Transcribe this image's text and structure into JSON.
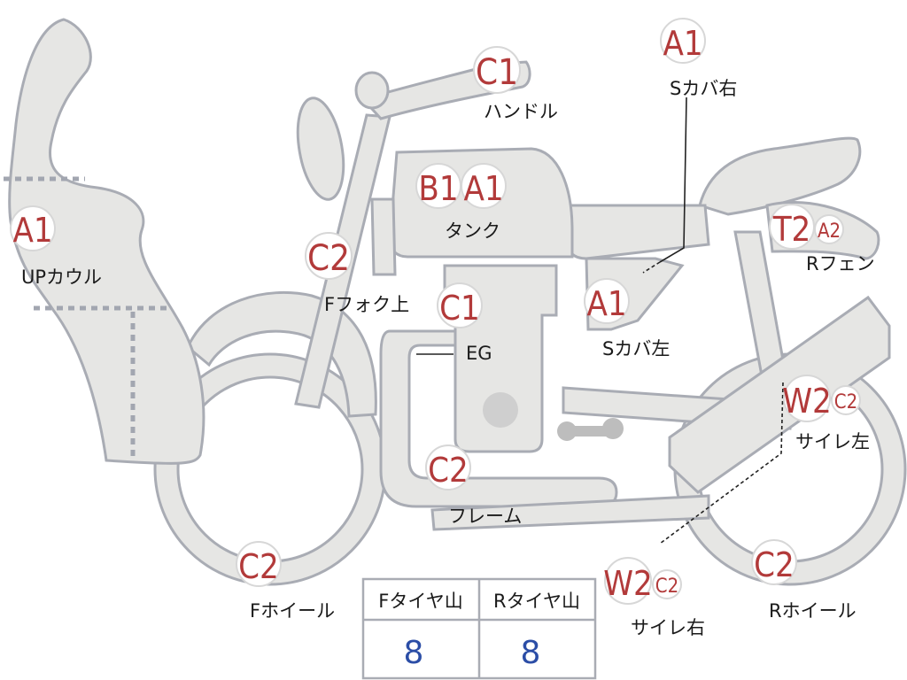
{
  "parts": {
    "up_cowl": {
      "label": "UPカウル",
      "badges": [
        {
          "code": "A1"
        }
      ]
    },
    "handle": {
      "label": "ハンドル",
      "badges": [
        {
          "code": "C1"
        }
      ]
    },
    "tank": {
      "label": "タンク",
      "badges": [
        {
          "code": "B1"
        },
        {
          "code": "A1"
        }
      ]
    },
    "f_fork_upper": {
      "label": "Fフォク上",
      "badges": [
        {
          "code": "C2"
        }
      ]
    },
    "engine": {
      "label": "EG",
      "badges": [
        {
          "code": "C1"
        }
      ]
    },
    "side_cover_right": {
      "label": "Sカバ右",
      "badges": [
        {
          "code": "A1"
        }
      ]
    },
    "side_cover_left": {
      "label": "Sカバ左",
      "badges": [
        {
          "code": "A1"
        }
      ]
    },
    "r_fender": {
      "label": "Rフェン",
      "badges": [
        {
          "code": "T2"
        },
        {
          "code": "A2"
        }
      ]
    },
    "frame": {
      "label": "フレーム",
      "badges": [
        {
          "code": "C2"
        }
      ]
    },
    "muffler_left": {
      "label": "サイレ左",
      "badges": [
        {
          "code": "W2"
        },
        {
          "code": "C2"
        }
      ]
    },
    "muffler_right": {
      "label": "サイレ右",
      "badges": [
        {
          "code": "W2"
        },
        {
          "code": "C2"
        }
      ]
    },
    "f_wheel": {
      "label": "Fホイール",
      "badges": [
        {
          "code": "C2"
        }
      ]
    },
    "r_wheel": {
      "label": "Rホイール",
      "badges": [
        {
          "code": "C2"
        }
      ]
    }
  },
  "tire_table": {
    "headers": [
      "Fタイヤ山",
      "Rタイヤ山"
    ],
    "values": [
      "8",
      "8"
    ]
  },
  "colors": {
    "badge_text": "#b23a3a",
    "table_value": "#2b4da6",
    "body_fill": "#e6e6e4",
    "outline": "#a9acb4"
  }
}
